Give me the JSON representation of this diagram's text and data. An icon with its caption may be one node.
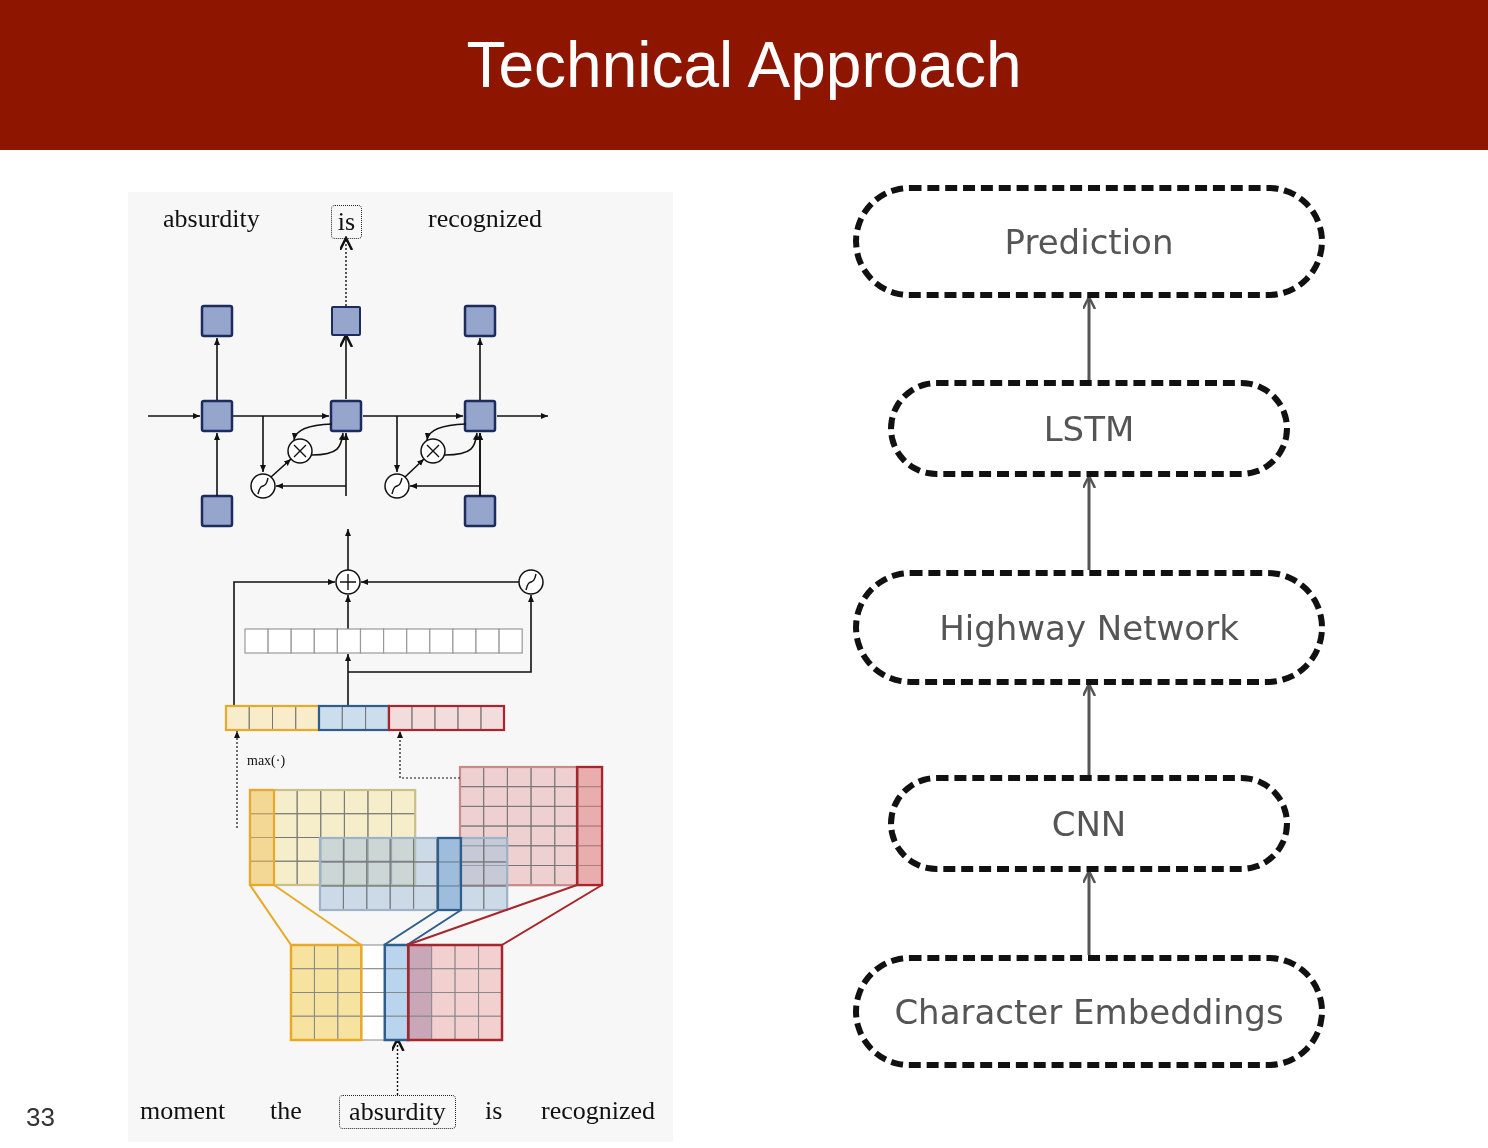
{
  "diagram": {
    "title": "Technical Approach",
    "nodes": [
      {
        "text": [
          "Prediction"
        ]
      },
      {
        "text": [
          "LSTM"
        ]
      },
      {
        "text": [
          "Highway Network"
        ]
      },
      {
        "text": [
          "CNN"
        ]
      },
      {
        "text": [
          "Character Embeddings"
        ]
      },
      {
        "text": [
          "is"
        ]
      },
      {
        "text": [],
        "shape": "box"
      },
      {
        "text": [
          "absurdity"
        ]
      },
      {
        "text": [],
        "shape": "box"
      }
    ],
    "edges": [
      {
        "from": 4,
        "to": 3,
        "arrow": "to"
      },
      {
        "from": 3,
        "to": 2,
        "arrow": "to"
      },
      {
        "from": 2,
        "to": 1,
        "arrow": "to"
      },
      {
        "from": 1,
        "to": 0,
        "arrow": "to"
      },
      {
        "from": 6,
        "to": 5,
        "arrow": "to",
        "style": "dashed",
        "color": "#111111"
      },
      {
        "from": 7,
        "to": 8,
        "arrow": "to",
        "style": "dashed",
        "color": "#111111"
      },
      {
        "from": null,
        "to": 6,
        "arrow": "to",
        "color": "#111111"
      }
    ],
    "labels": [
      "absurdity",
      "recognized",
      "max(·)",
      "33",
      "moment",
      "the",
      "is",
      "recognized"
    ]
  }
}
